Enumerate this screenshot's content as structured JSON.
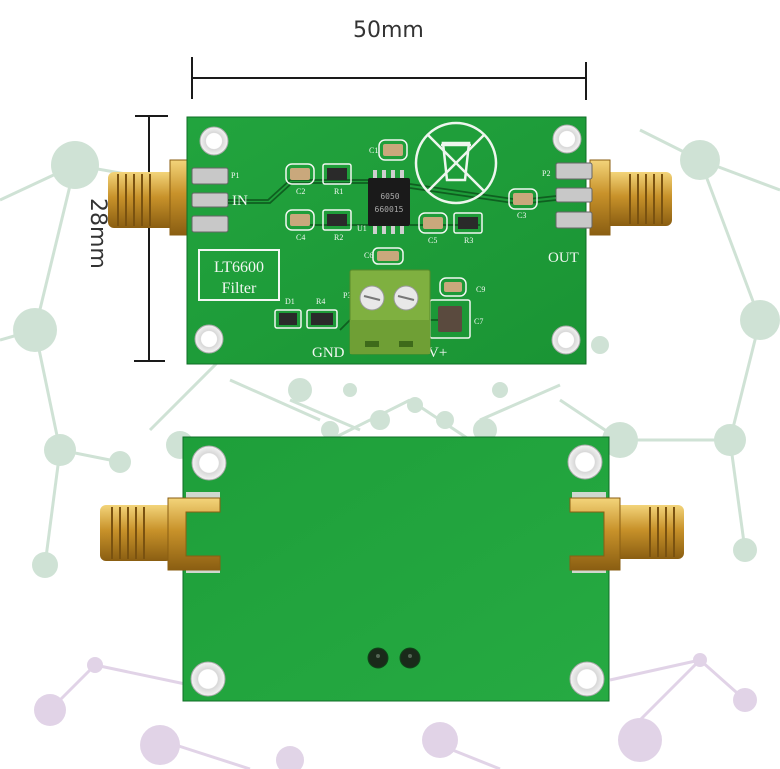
{
  "dimensions": {
    "width_label": "50mm",
    "height_label": "28mm"
  },
  "board_top": {
    "title_box": [
      "LT6600",
      "Filter"
    ],
    "port_labels": {
      "input": "IN",
      "output": "OUT",
      "ground": "GND",
      "supply": "V+",
      "input_pin": "P1",
      "output_pin": "P2",
      "power_pin": "P3"
    },
    "chip_marking": [
      "6050",
      "660015"
    ],
    "component_labels": {
      "c1": "C1",
      "c2": "C2",
      "c3": "C3",
      "c4": "C4",
      "c5": "C5",
      "c6": "C6",
      "c7": "C7",
      "c9": "C9",
      "r1": "R1",
      "r2": "R2",
      "r3": "R3",
      "r4": "R4",
      "d1": "D1",
      "u1": "U1"
    }
  },
  "colors": {
    "pcb_green": "#1f9e3a",
    "pcb_green_dark": "#178a30",
    "gold": "#d4a53a",
    "terminal_green": "#7fb040",
    "network_green": "#9fc4ac",
    "network_purple": "#c4a8cf"
  }
}
